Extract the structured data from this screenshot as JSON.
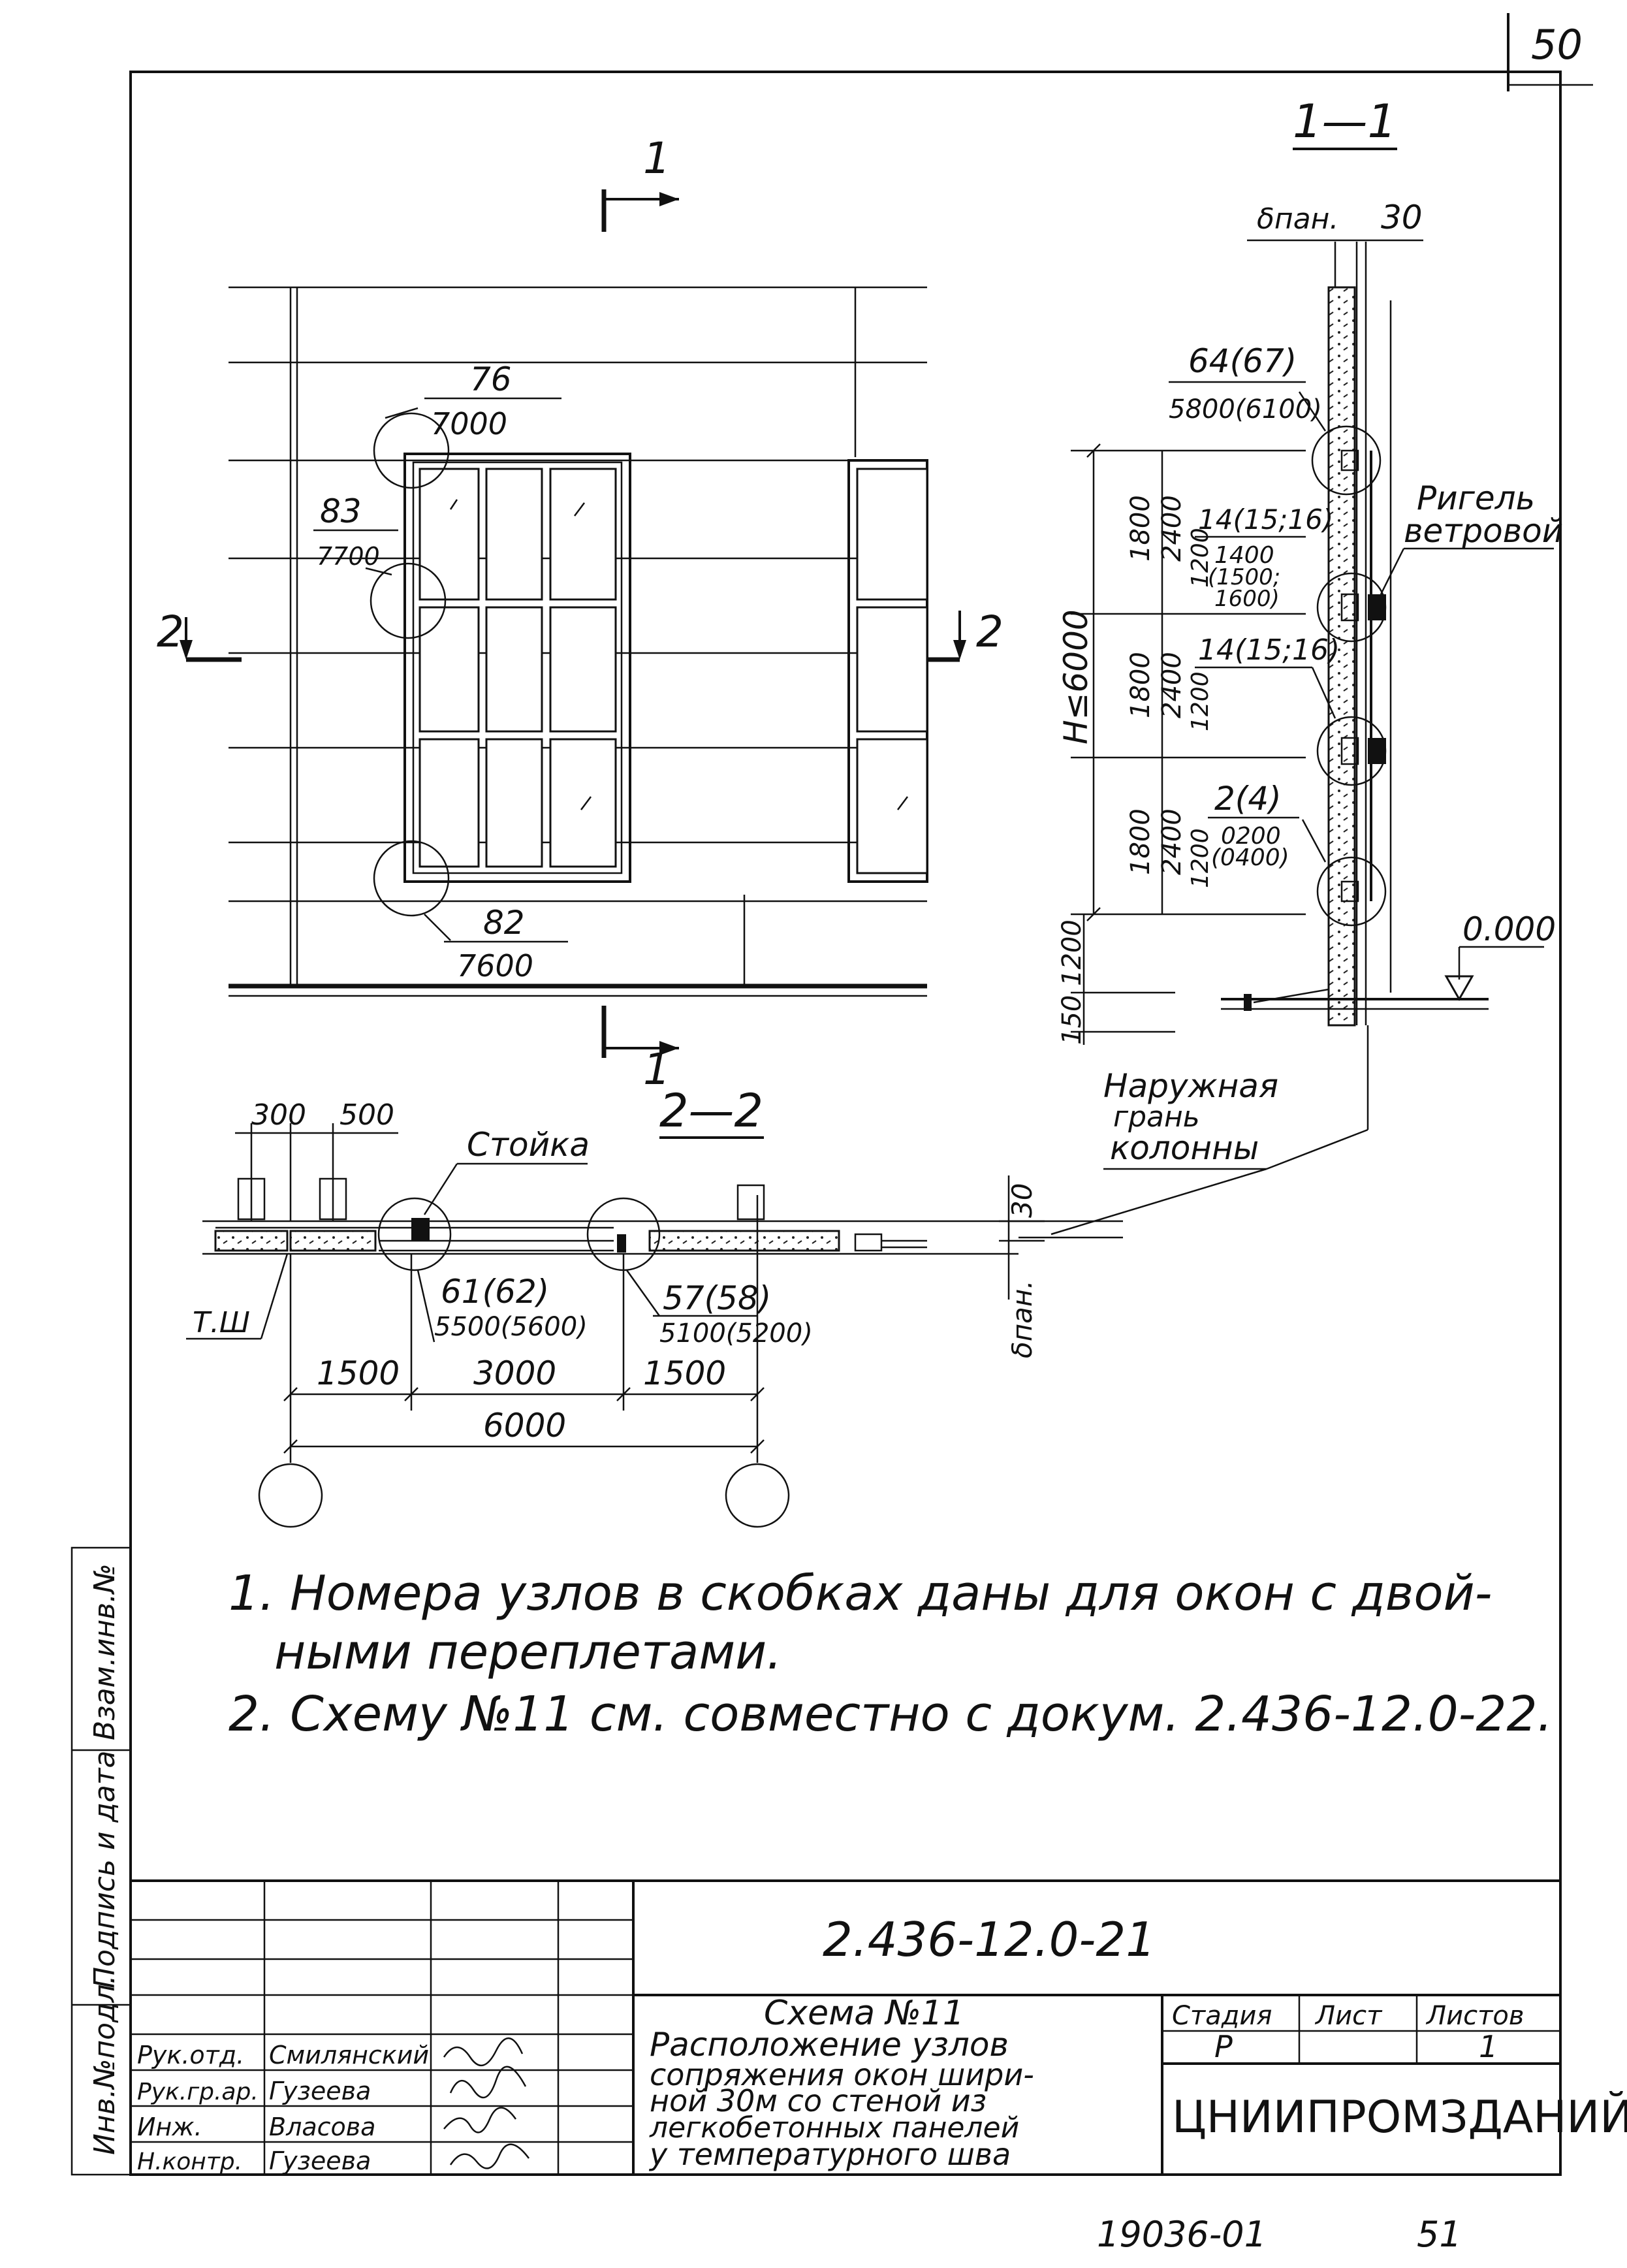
{
  "page": {
    "sheet_number": "50",
    "bottom_code": "19036-01",
    "bottom_sheet": "51"
  },
  "section_marks": {
    "s1": "1",
    "s1_bottom": "1",
    "s2": "2",
    "s2_right": "2",
    "title_1_1": "1—1",
    "title_2_2": "2—2"
  },
  "elevation": {
    "node_76": "76",
    "node_76_sub": "7000",
    "node_83": "83",
    "node_83_sub": "7700",
    "node_82": "82",
    "node_82_sub": "7600"
  },
  "section_1_1": {
    "delta_label": "δпан.",
    "top_dim": "30",
    "node_64": "64(67)",
    "node_64_sub": "5800(6100)",
    "rigel": "Ригель",
    "rigel2": "ветровой",
    "node_14a": "14(15;16)",
    "node_14a_sub1": "1400",
    "node_14a_sub2": "(1500;",
    "node_14a_sub3": "1600)",
    "node_14b": "14(15;16)",
    "node_2": "2(4)",
    "node_2_sub1": "0200",
    "node_2_sub2": "(0400)",
    "height_label": "H≤6000",
    "d1800": "1800",
    "d2400": "2400",
    "d1200": "1200",
    "d1200b": "1200",
    "d150": "150",
    "level": "0.000",
    "outer_face1": "Наружная",
    "outer_face2": "грань",
    "outer_face3": "колонны"
  },
  "section_2_2": {
    "d300": "300",
    "d500": "500",
    "stoika": "Стойка",
    "node_61": "61(62)",
    "node_61_sub": "5500(5600)",
    "node_57": "57(58)",
    "node_57_sub": "5100(5200)",
    "tsh": "Т.Ш",
    "d1500a": "1500",
    "d3000": "3000",
    "d1500b": "1500",
    "d6000": "6000",
    "d30": "30",
    "delta": "δпан."
  },
  "notes": [
    "1. Номера узлов в скобках даны для окон с двой-",
    "ными переплетами.",
    "2. Схему №11 см. совместно с докум. 2.436-12.0-22."
  ],
  "side_stamp": {
    "inv_orig": "Инв.№подл.",
    "sign_date": "Подпись и дата",
    "inv_repl": "Взам.инв.№"
  },
  "title_block": {
    "doc_code": "2.436-12.0-21",
    "title_lines": [
      "Схема №11",
      "Расположение узлов",
      "сопряжения окон шири-",
      "ной 30м со стеной из",
      "легкобетонных панелей",
      "у температурного шва"
    ],
    "stage_hdr": "Стадия",
    "sheet_hdr": "Лист",
    "sheets_hdr": "Листов",
    "stage": "Р",
    "sheet": "",
    "sheets": "1",
    "org": "ЦНИИПРОМЗДАНИЙ",
    "people": [
      {
        "role": "Рук.отд.",
        "name": "Смилянский"
      },
      {
        "role": "Рук.гр.ар.",
        "name": "Гузеева"
      },
      {
        "role": "Инж.",
        "name": "Власова"
      },
      {
        "role": "Н.контр.",
        "name": "Гузеева"
      }
    ]
  }
}
